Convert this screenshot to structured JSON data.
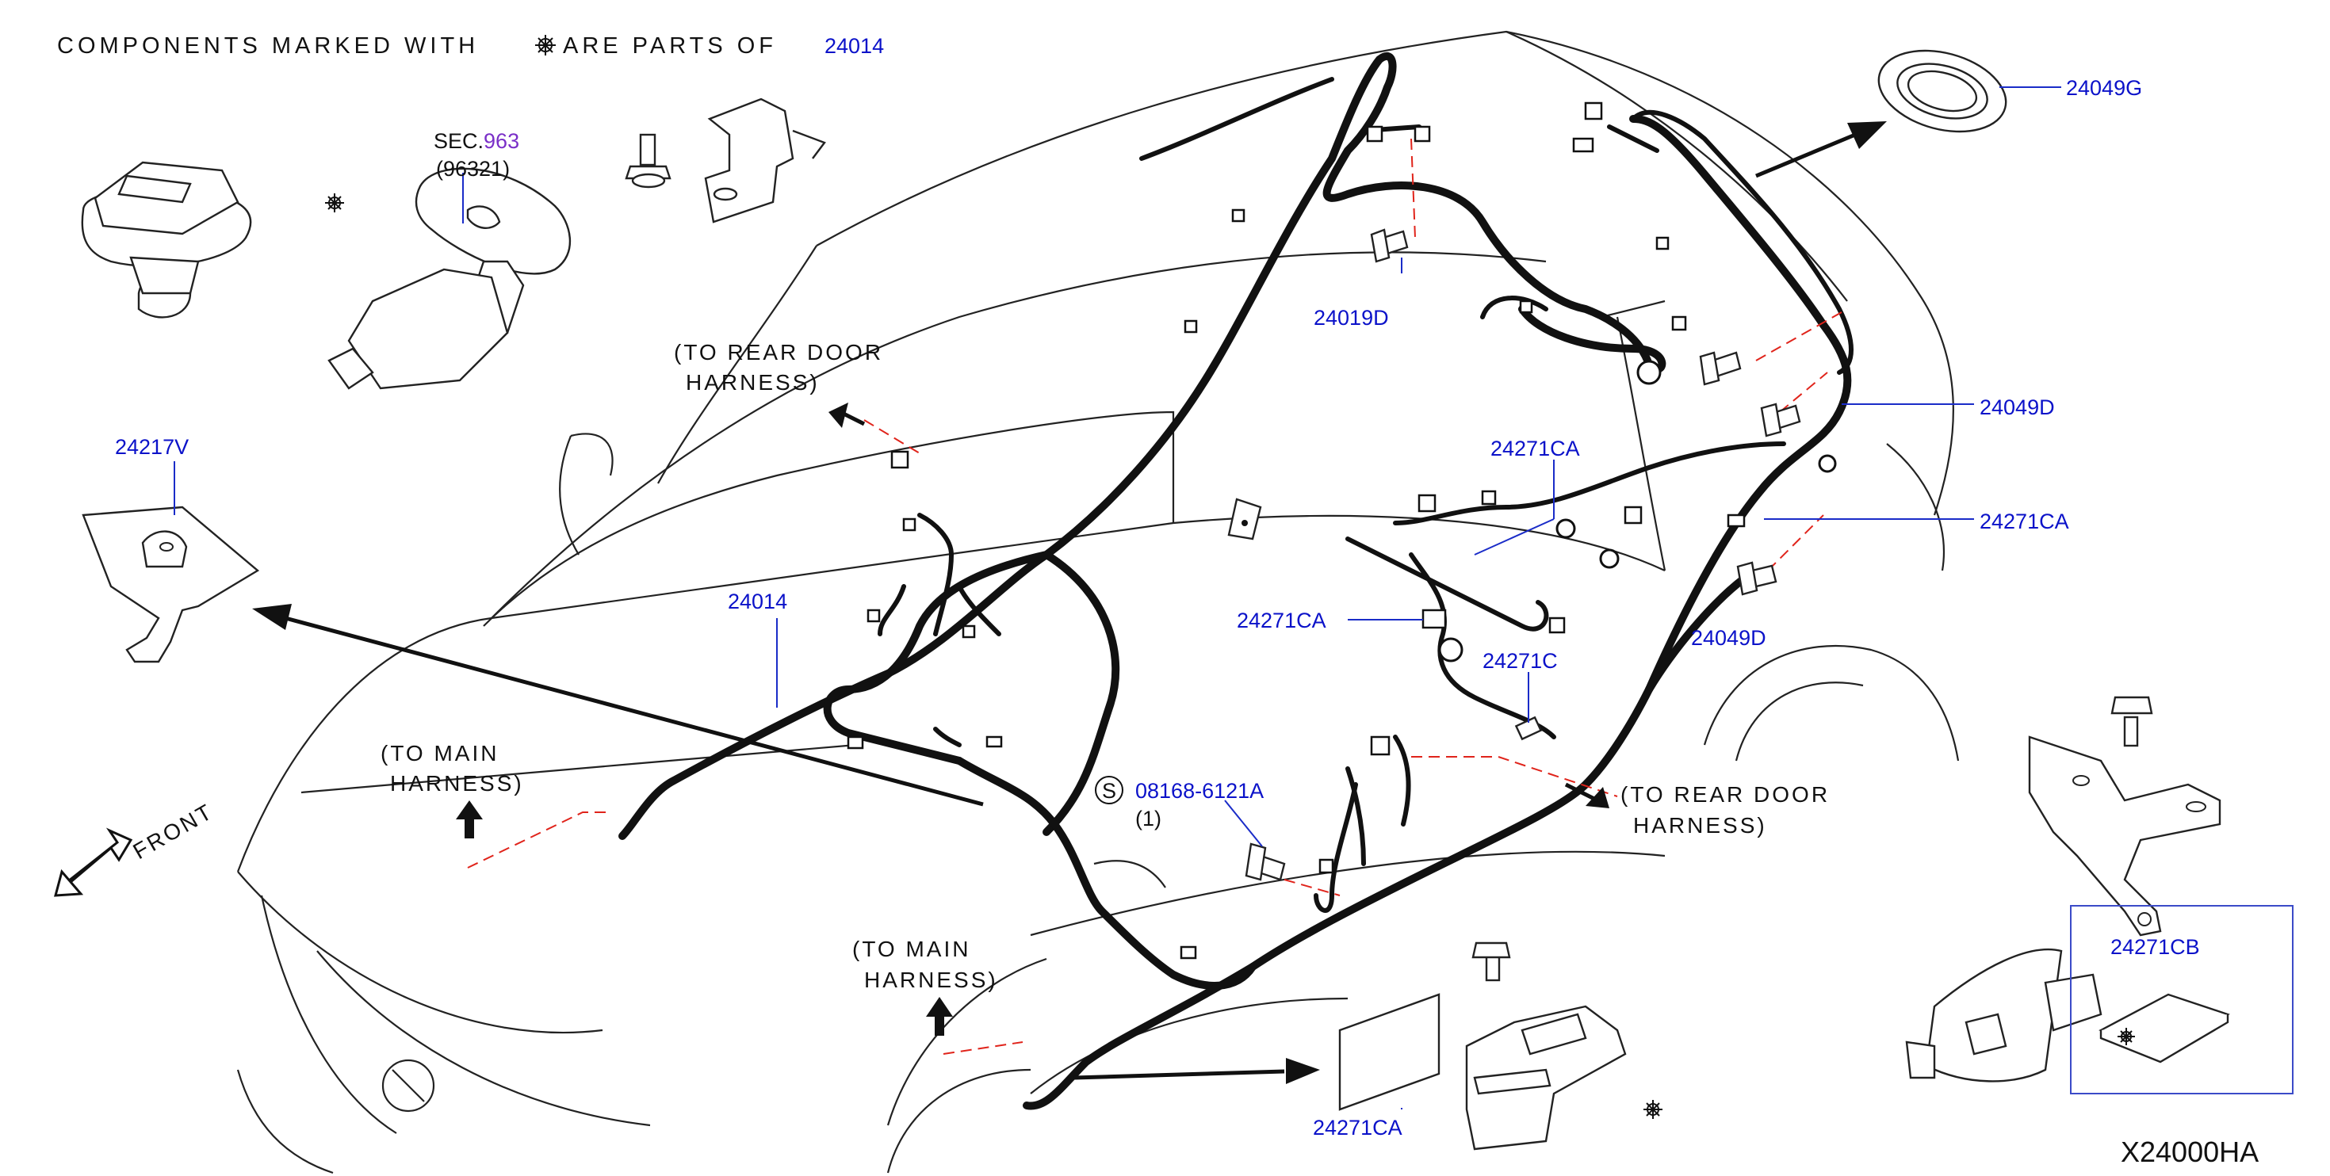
{
  "header": {
    "prefix": "COMPONENTS MARKED WITH",
    "suffix": "ARE PARTS OF",
    "ref": "24014"
  },
  "sec": {
    "prefix": "SEC.",
    "number": "963",
    "part": "(96321)"
  },
  "notes": {
    "to_rear_door_1": [
      "(TO REAR DOOR",
      "HARNESS)"
    ],
    "to_rear_door_2": [
      "(TO REAR DOOR",
      "HARNESS)"
    ],
    "to_main_1": [
      "(TO MAIN",
      "HARNESS)"
    ],
    "to_main_2": [
      "(TO MAIN",
      "HARNESS)"
    ],
    "front": "FRONT"
  },
  "labels": {
    "p24049G": "24049G",
    "p24019D": "24019D",
    "p24049D_a": "24049D",
    "p24049D_b": "24049D",
    "p24271CA_a": "24271CA",
    "p24271CA_b": "24271CA",
    "p24271CA_c": "24271CA",
    "p24271CA_d": "24271CA",
    "p24271C": "24271C",
    "p24271CB": "24271CB",
    "p24217V": "24217V",
    "p24014": "24014",
    "p08168": "08168-6121A",
    "p08168_qty": "(1)",
    "p08168_s": "S"
  },
  "diagram_code": "X24000HA",
  "colors": {
    "label_blue": "#0b12c9",
    "sec_purple": "#7a2fc8",
    "dash_red": "#e0241b",
    "line_black": "#111111"
  }
}
